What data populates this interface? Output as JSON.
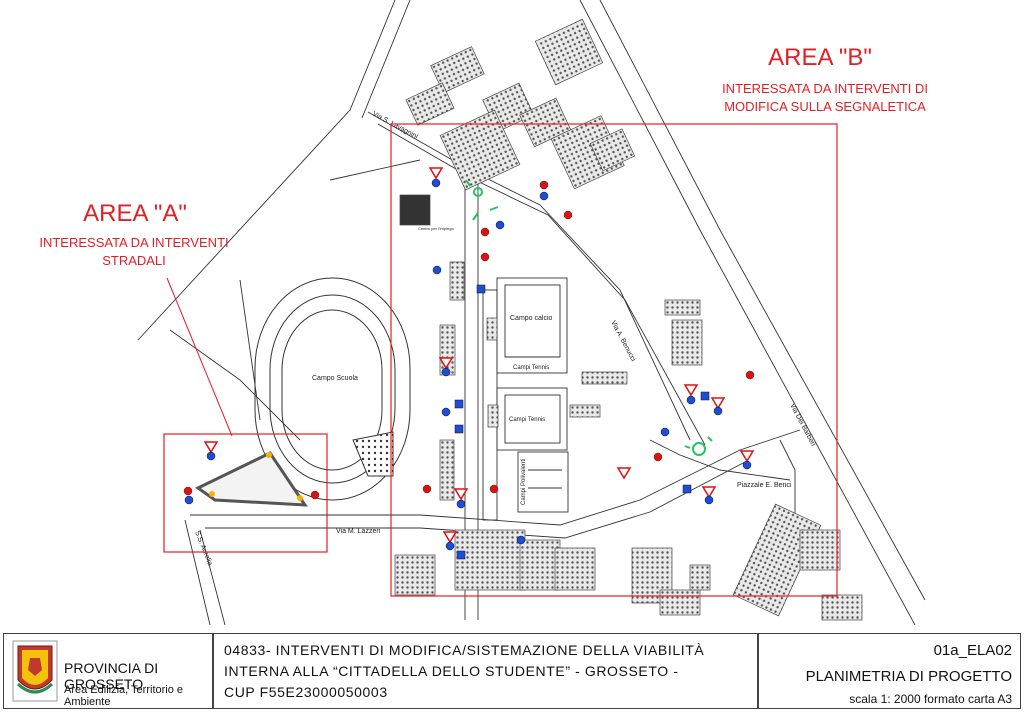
{
  "area_a": {
    "title": "AREA \"A\"",
    "subtitle_line1": "INTERESSATA DA INTERVENTI",
    "subtitle_line2": "STRADALI"
  },
  "area_b": {
    "title": "AREA \"B\"",
    "subtitle_line1": "INTERESSATA DA INTERVENTI DI",
    "subtitle_line2": "MODIFICA SULLA SEGNALETICA"
  },
  "map_labels": {
    "via_lavagnini": "Via S. Lavagnini",
    "via_benucci": "Via A. Benucci",
    "via_dei_barberi": "Via Dei Barberi",
    "via_lazzeri": "Via M. Lazzeri",
    "ss_aurelia": "S.S. Aurelia",
    "campo_scuola": "Campo Scuola",
    "campo_calcio": "Campo calcio",
    "campi_tennis_1": "Campi Tennis",
    "campi_tennis_2": "Campi Tennis",
    "campi_polivalenti": "Campi Polivalenti",
    "piazzale_benci": "Piazzale E. Benci",
    "centro_impiego": "Centro per l'impiego"
  },
  "title_block": {
    "province": "PROVINCIA DI GROSSETO",
    "department": "Area Edilizia, Territorio e Ambiente",
    "project_line1": "04833- INTERVENTI DI MODIFICA/SISTEMAZIONE DELLA VIABILITÀ",
    "project_line2": "INTERNA ALLA “CITTADELLA DELLO STUDENTE” - GROSSETO -",
    "project_line3": "CUP F55E23000050003",
    "drawing_code": "01a_ELA02",
    "drawing_title": "PLANIMETRIA DI PROGETTO",
    "scale": "scala 1: 2000 formato carta A3"
  },
  "colors": {
    "area_outline": "#e31e24",
    "building_hatch": "#555555",
    "road_line": "#333333",
    "green_marking": "#22c55e"
  },
  "icons": {
    "logo": "province-coat-of-arms-icon",
    "give_way": "give-way-sign-icon",
    "no_entry": "no-entry-sign-icon",
    "mandatory": "mandatory-direction-sign-icon",
    "info": "info-sign-icon",
    "roundabout": "roundabout-icon"
  }
}
